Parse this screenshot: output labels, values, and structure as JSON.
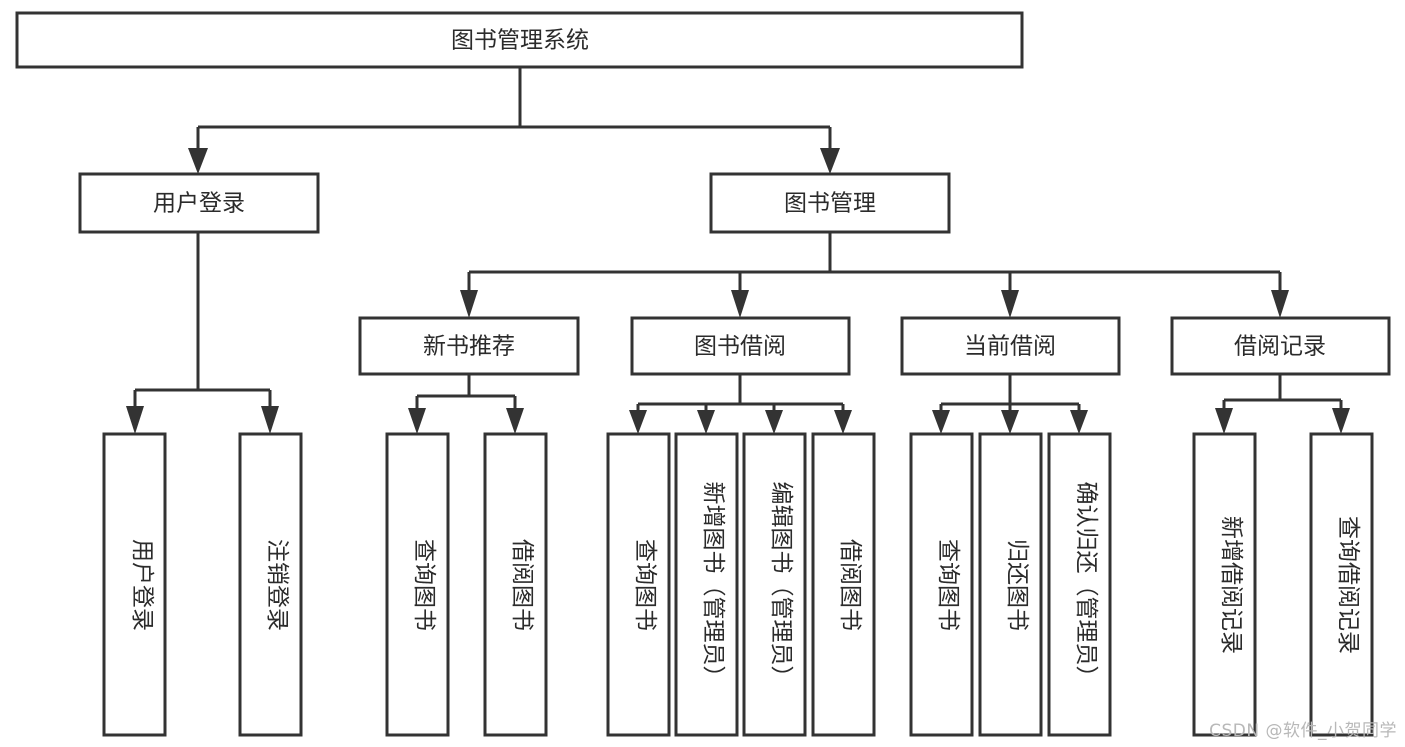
{
  "diagram": {
    "type": "tree-hierarchy",
    "title": "图书管理系统",
    "orientation": "top-down",
    "watermark": "CSDN @软件_小贺同学",
    "colors": {
      "box_stroke": "#333333",
      "box_fill": "#ffffff",
      "text": "#2b2b2b",
      "background": "#ffffff",
      "watermark": "#b8b8b8"
    },
    "levels": {
      "root": {
        "label": "图书管理系统"
      },
      "level2": [
        {
          "label": "用户登录"
        },
        {
          "label": "图书管理"
        }
      ],
      "level3": [
        {
          "label": "新书推荐"
        },
        {
          "label": "图书借阅"
        },
        {
          "label": "当前借阅"
        },
        {
          "label": "借阅记录"
        }
      ],
      "leaves_user_login": [
        {
          "label": "用户登录"
        },
        {
          "label": "注销登录"
        }
      ],
      "leaves_new_book": [
        {
          "label": "查询图书"
        },
        {
          "label": "借阅图书"
        }
      ],
      "leaves_borrow": [
        {
          "label": "查询图书"
        },
        {
          "label": "新增图书（管理员）"
        },
        {
          "label": "编辑图书（管理员）"
        },
        {
          "label": "借阅图书"
        }
      ],
      "leaves_current": [
        {
          "label": "查询图书"
        },
        {
          "label": "归还图书"
        },
        {
          "label": "确认归还（管理员）"
        }
      ],
      "leaves_records": [
        {
          "label": "新增借阅记录"
        },
        {
          "label": "查询借阅记录"
        }
      ]
    }
  }
}
